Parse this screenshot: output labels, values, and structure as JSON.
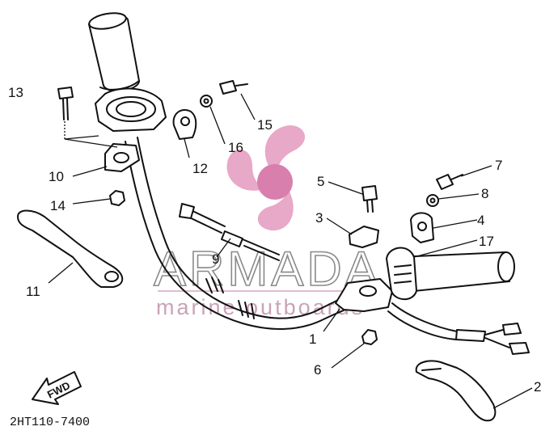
{
  "diagram": {
    "callouts": [
      {
        "id": "1",
        "label": "1"
      },
      {
        "id": "2",
        "label": "2"
      },
      {
        "id": "3",
        "label": "3"
      },
      {
        "id": "4",
        "label": "4"
      },
      {
        "id": "5",
        "label": "5"
      },
      {
        "id": "6",
        "label": "6"
      },
      {
        "id": "7",
        "label": "7"
      },
      {
        "id": "8",
        "label": "8"
      },
      {
        "id": "9",
        "label": "9"
      },
      {
        "id": "10",
        "label": "10"
      },
      {
        "id": "11",
        "label": "11"
      },
      {
        "id": "12",
        "label": "12"
      },
      {
        "id": "13",
        "label": "13"
      },
      {
        "id": "14",
        "label": "14"
      },
      {
        "id": "15",
        "label": "15"
      },
      {
        "id": "16",
        "label": "16"
      },
      {
        "id": "17",
        "label": "17"
      }
    ],
    "part_code": "2HT110-7400",
    "direction_label": "FWD"
  },
  "watermark": {
    "brand": "ARMADA",
    "tagline": "marine outboards",
    "logo_color": "#e8a8c8",
    "logo_center_color": "#d87fae"
  }
}
